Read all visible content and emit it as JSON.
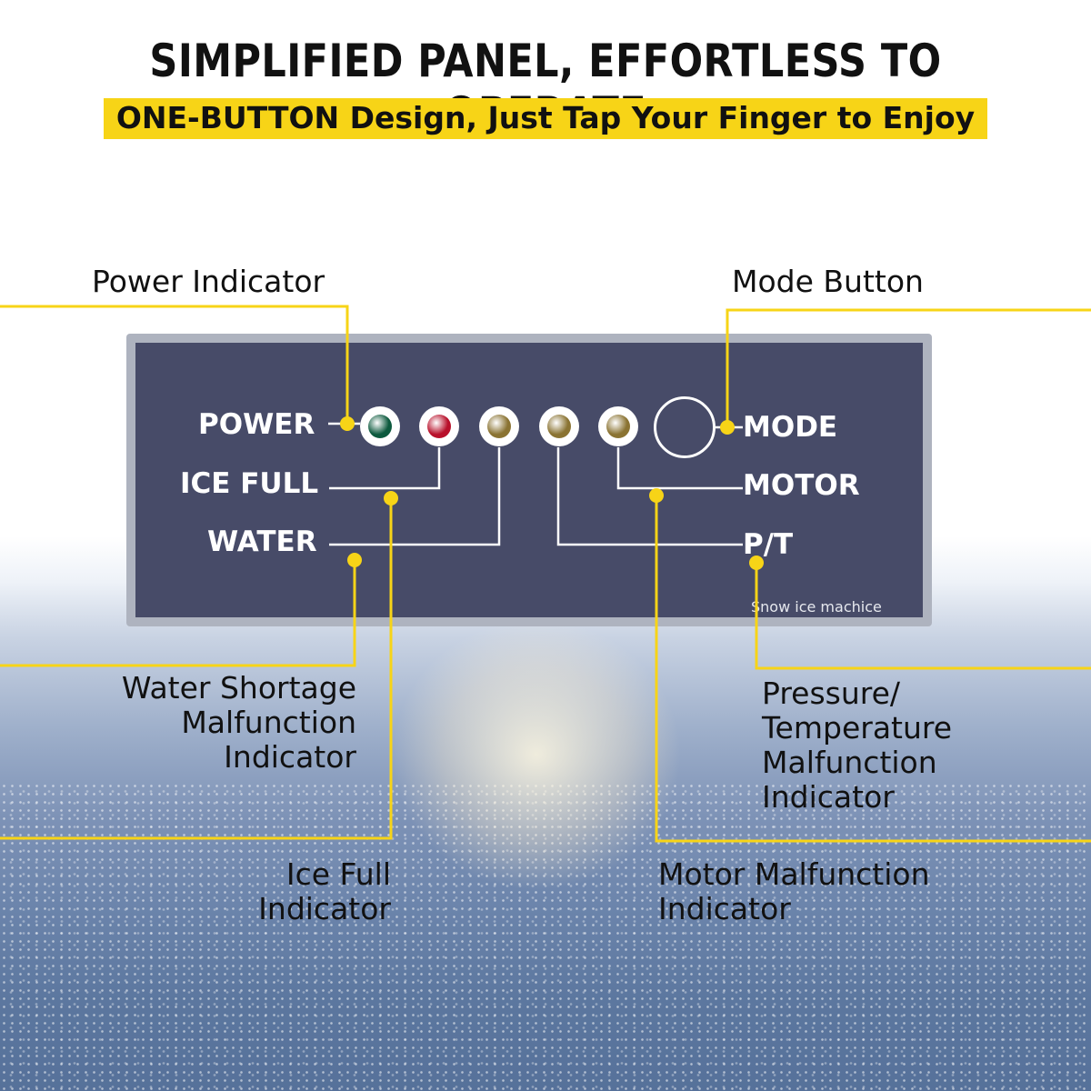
{
  "header": {
    "title": "SIMPLIFIED PANEL, EFFORTLESS TO OPERATE",
    "subtitle": "ONE-BUTTON Design, Just Tap Your Finger to Enjoy"
  },
  "panel": {
    "labels": {
      "power": "POWER",
      "ice_full": "ICE FULL",
      "water": "WATER",
      "mode": "MODE",
      "motor": "MOTOR",
      "pt": "P/T"
    },
    "brand": "Snow  ice machice",
    "leds": [
      {
        "name": "power",
        "color": "#0d5a3e"
      },
      {
        "name": "ice-full",
        "color": "#b8102a"
      },
      {
        "name": "water",
        "color": "#8a7332"
      },
      {
        "name": "pt",
        "color": "#8a7332"
      },
      {
        "name": "motor",
        "color": "#8a7332"
      }
    ]
  },
  "callouts": {
    "power_indicator": "Power Indicator",
    "mode_button": "Mode Button",
    "water_shortage": [
      "Water Shortage",
      "Malfunction",
      "Indicator"
    ],
    "ice_full": [
      "Ice Full",
      "Indicator"
    ],
    "pressure_temperature": [
      "Pressure/",
      "Temperature",
      "Malfunction",
      "Indicator"
    ],
    "motor_malfunction": [
      "Motor Malfunction",
      "Indicator"
    ]
  },
  "colors": {
    "accent_yellow": "#f7d417",
    "panel_face": "#474b68",
    "led_line": "#ffffff"
  }
}
